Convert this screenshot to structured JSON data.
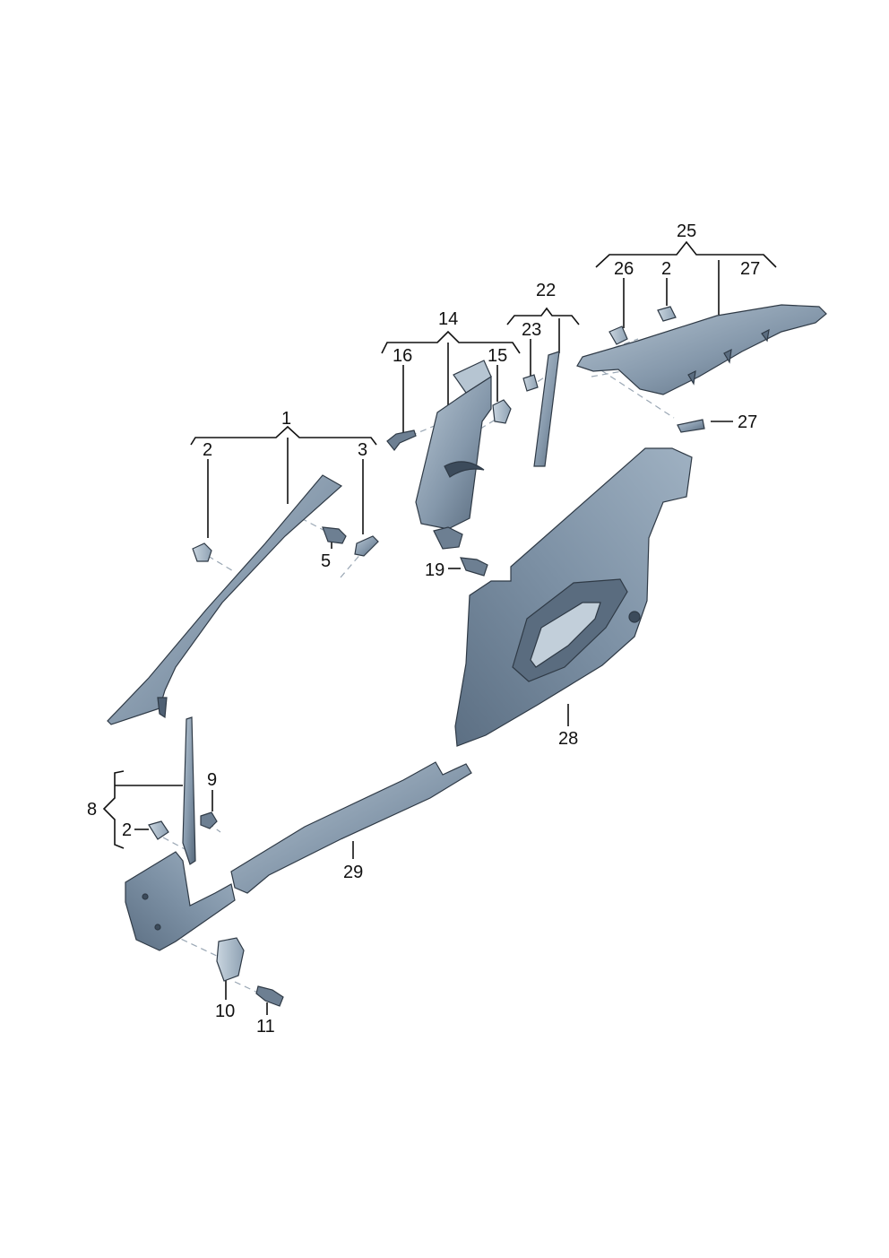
{
  "callouts": [
    {
      "id": "c1",
      "text": "1"
    },
    {
      "id": "c2a",
      "text": "2"
    },
    {
      "id": "c3",
      "text": "3"
    },
    {
      "id": "c5",
      "text": "5"
    },
    {
      "id": "c14",
      "text": "14"
    },
    {
      "id": "c16",
      "text": "16"
    },
    {
      "id": "c15",
      "text": "15"
    },
    {
      "id": "c19",
      "text": "19"
    },
    {
      "id": "c22",
      "text": "22"
    },
    {
      "id": "c23",
      "text": "23"
    },
    {
      "id": "c25",
      "text": "25"
    },
    {
      "id": "c26",
      "text": "26"
    },
    {
      "id": "c2b",
      "text": "2"
    },
    {
      "id": "c27a",
      "text": "27"
    },
    {
      "id": "c27b",
      "text": "27"
    },
    {
      "id": "c28",
      "text": "28"
    },
    {
      "id": "c8",
      "text": "8"
    },
    {
      "id": "c9",
      "text": "9"
    },
    {
      "id": "c2c",
      "text": "2"
    },
    {
      "id": "c29",
      "text": "29"
    },
    {
      "id": "c10",
      "text": "10"
    },
    {
      "id": "c11",
      "text": "11"
    }
  ],
  "colors": {
    "part_fill_light": "#a9bac9",
    "part_fill_mid": "#7f93a7",
    "part_fill_dark": "#55677a",
    "outline": "#2f3a46",
    "leader": "#111111"
  }
}
